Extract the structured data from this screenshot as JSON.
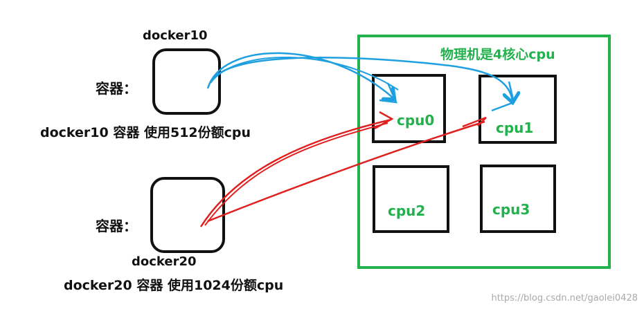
{
  "colors": {
    "green": "#22b14c",
    "blue_arrow": "#1e9fe0",
    "red_arrow": "#e02020",
    "box_stroke": "#111111"
  },
  "containers": [
    {
      "name_label": "docker10",
      "prefix_label": "容器：",
      "caption": "docker10 容器 使用512份额cpu"
    },
    {
      "name_label": "docker20",
      "prefix_label": "容器：",
      "caption": "docker20 容器 使用1024份额cpu"
    }
  ],
  "host": {
    "title": "物理机是4核心cpu",
    "cpus": [
      "cpu0",
      "cpu1",
      "cpu2",
      "cpu3"
    ]
  },
  "watermark": "https://blog.csdn.net/gaolei0428"
}
